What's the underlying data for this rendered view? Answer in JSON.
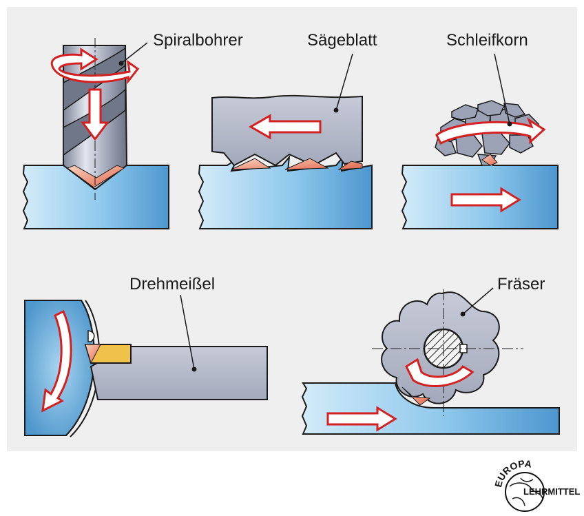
{
  "labels": {
    "twist_drill": "Spiralbohrer",
    "saw_blade": "Sägeblatt",
    "abrasive_grain": "Schleifkorn",
    "turning_tool": "Drehmeißel",
    "milling_cutter": "Fräser"
  },
  "logo": {
    "arc_text": "EUROPA",
    "wordmark": "LEHRMITTEL"
  },
  "colors": {
    "panel_background": "#efefef",
    "workpiece_blue": "#8fc6ea",
    "tool_gray": "#b7bccb",
    "chip_orange": "#ef8a6c",
    "arrow_red": "#d42020",
    "insert_yellow": "#f0c24a"
  }
}
